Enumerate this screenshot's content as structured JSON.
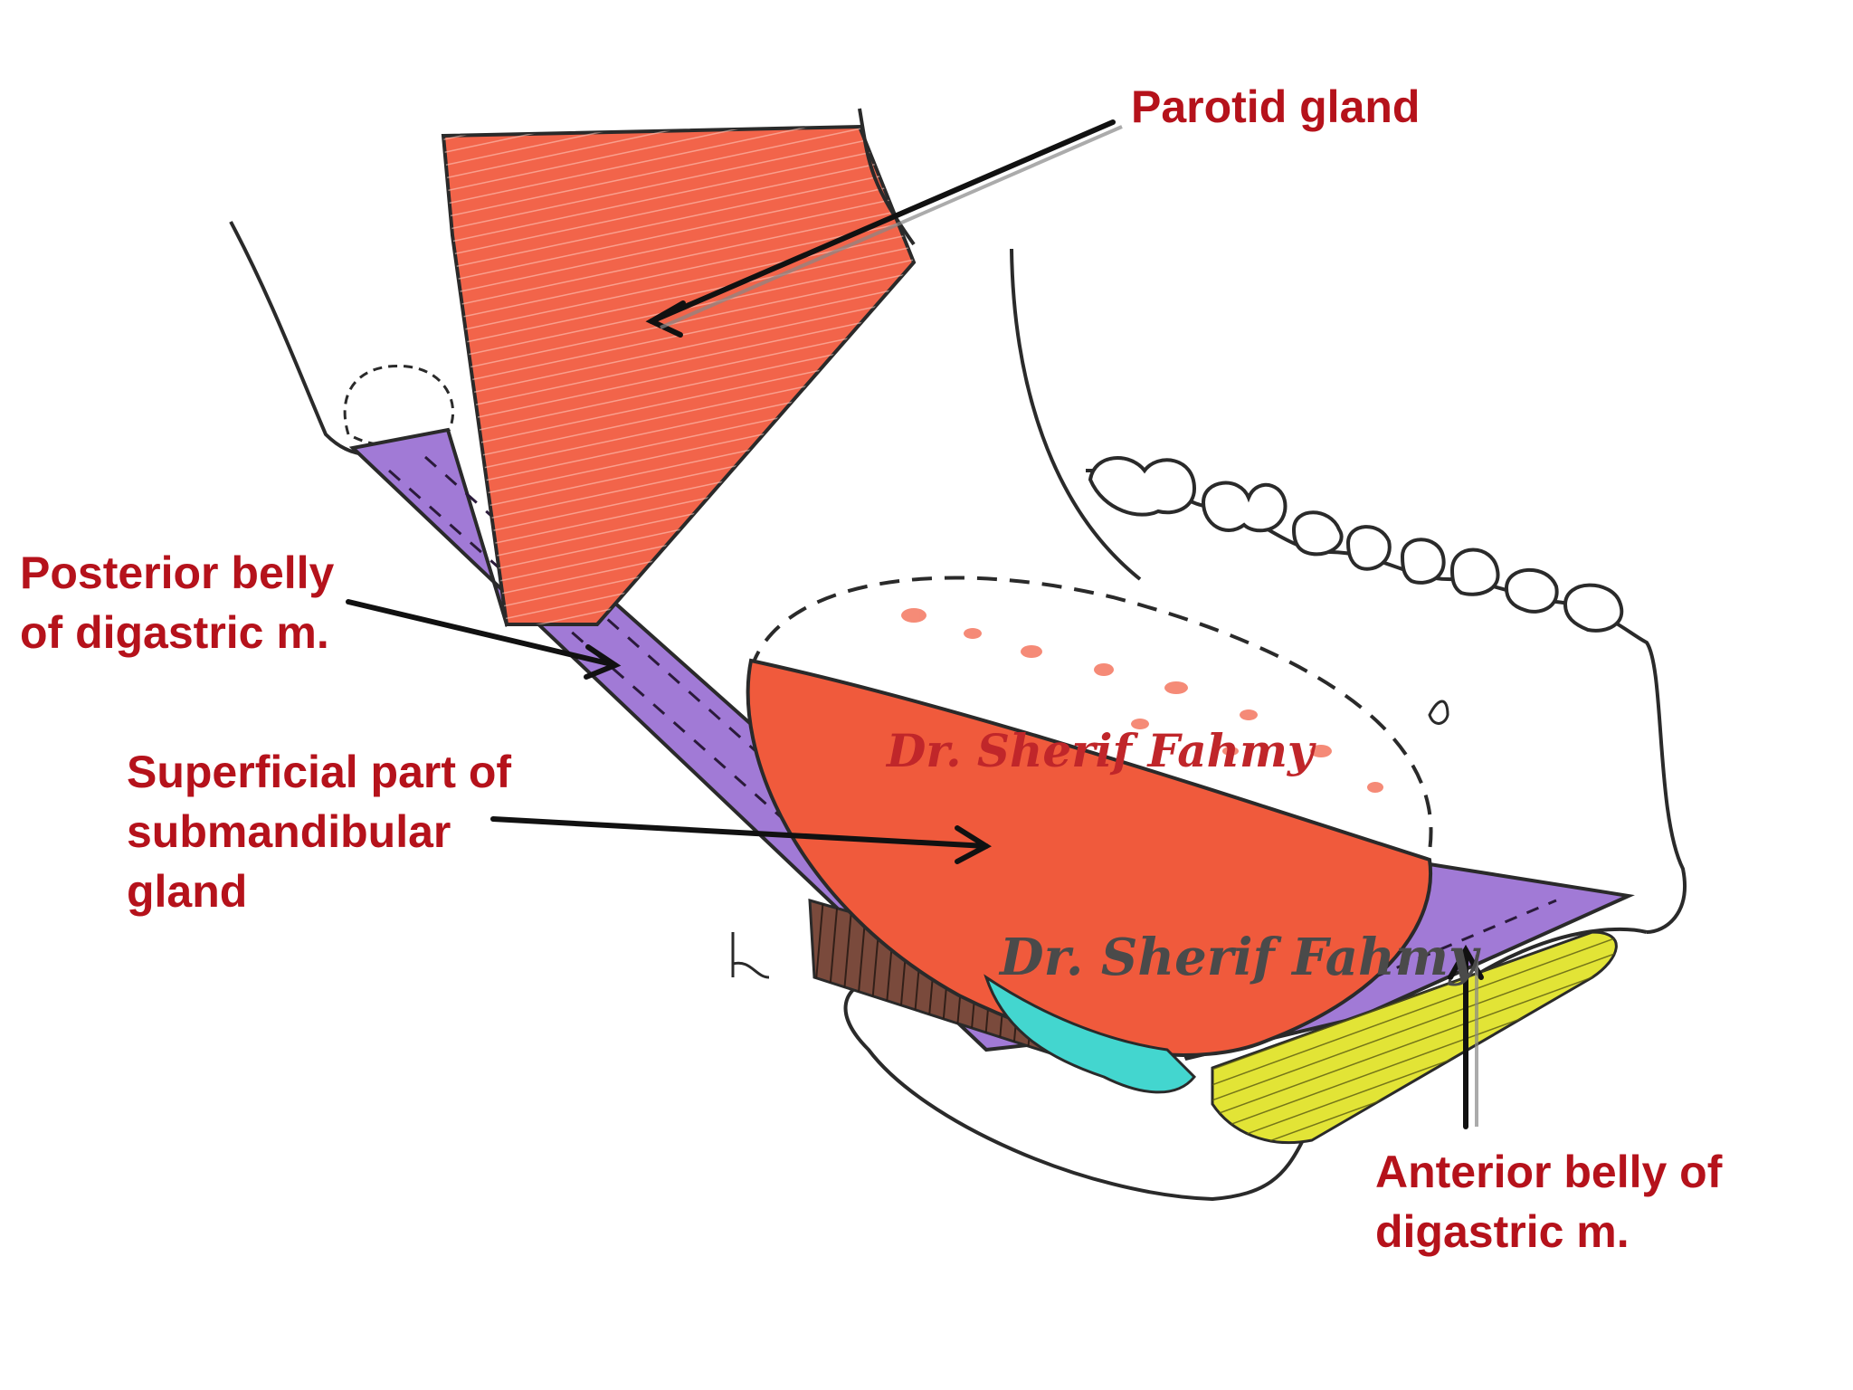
{
  "labels": {
    "parotid": "Parotid gland",
    "posterior_belly": {
      "line1": "Posterior belly",
      "line2": "of digastric m."
    },
    "superficial_part": {
      "line1": "Superficial part of",
      "line2": "submandibular",
      "line3": "gland"
    },
    "anterior_belly": {
      "line1": "Anterior belly of",
      "line2": "digastric m."
    }
  },
  "watermarks": {
    "upper": "Dr. Sherif Fahmy",
    "lower": "Dr. Sherif Fahmy"
  },
  "colors": {
    "label_text": "#b5121b",
    "parotid_gland": "#f2644a",
    "submandibular_gland": "#f05a3c",
    "digastric_muscle": "#a17ad6",
    "hyoid_region": "#43d6cf",
    "mylohyoid": "#e2e436",
    "hyoglossus": "#7a4a3c",
    "outline": "#2a2a2a"
  }
}
